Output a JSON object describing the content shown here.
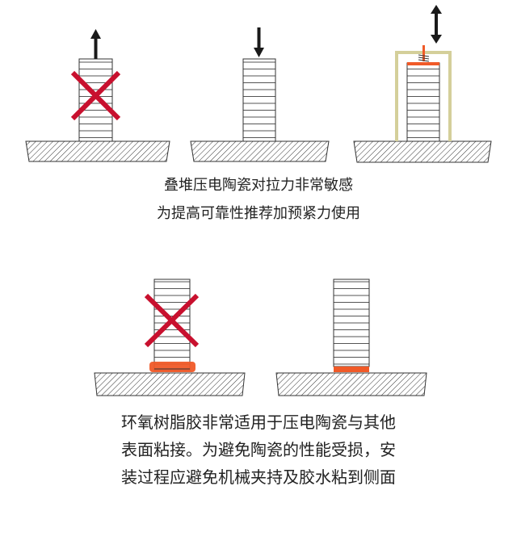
{
  "caption_top": {
    "line1": "叠堆压电陶瓷对拉力非常敏感",
    "line2": "为提高可靠性推荐加预紧力使用"
  },
  "caption_bottom": {
    "line1": "环氧树脂胶非常适用于压电陶瓷与其他",
    "line2": "表面粘接。为避免陶瓷的性能受损，安",
    "line3": "装过程应避免机械夹持及胶水粘到侧面"
  },
  "colors": {
    "cross": "#c8102e",
    "accent": "#f05a28",
    "frame": "#d4cf9a",
    "arrow": "#1a1a1a"
  }
}
